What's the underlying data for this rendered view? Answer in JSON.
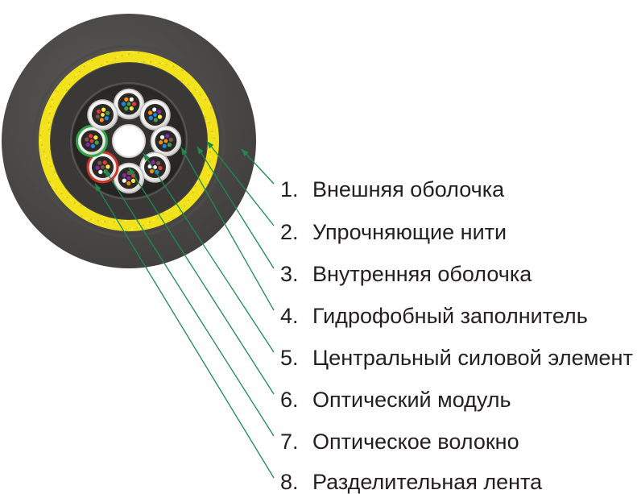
{
  "legend": [
    {
      "number": "1.",
      "label": "Внешняя оболочка"
    },
    {
      "number": "2.",
      "label": "Упрочняющие нити"
    },
    {
      "number": "3.",
      "label": "Внутренняя оболочка"
    },
    {
      "number": "4.",
      "label": "Гидрофобный заполнитель"
    },
    {
      "number": "5.",
      "label": "Центральный силовой элемент"
    },
    {
      "number": "6.",
      "label": "Оптический модуль"
    },
    {
      "number": "7.",
      "label": "Оптическое волокно"
    },
    {
      "number": "8.",
      "label": "Разделительная лента"
    }
  ],
  "colors": {
    "outer_sheath": "#4b4a48",
    "yarn": "#f2e21b",
    "inner_sheath": "#3a3937",
    "core": "#2c2b2a",
    "tube": "#f4f4f2",
    "tube_green": "#2fa84a",
    "tube_red": "#c9342b",
    "leader": "#1e8b4d",
    "text": "#231f20"
  },
  "fiber_colors": [
    "#e53935",
    "#ffeb3b",
    "#43a047",
    "#1e88e5",
    "#fb8c00",
    "#ffffff",
    "#8e24aa",
    "#795548"
  ]
}
